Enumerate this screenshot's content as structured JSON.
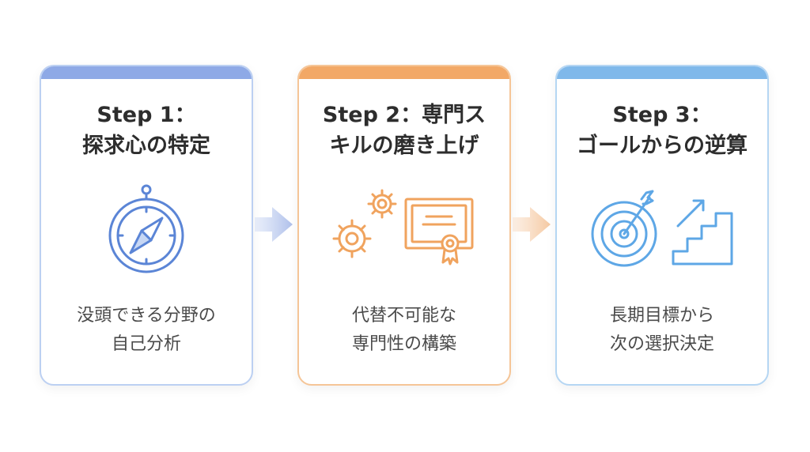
{
  "colors": {
    "step1": "#8ea9e6",
    "step2": "#f2a866",
    "step3": "#7fb8ea",
    "text": "#2d2d2d"
  },
  "steps": [
    {
      "title_lines": [
        "Step 1：",
        "探求心の特定"
      ],
      "desc_lines": [
        "没頭できる分野の",
        "自己分析"
      ],
      "icon": "compass-icon"
    },
    {
      "title_lines": [
        "Step 2：専門ス",
        "キルの磨き上げ"
      ],
      "desc_lines": [
        "代替不可能な",
        "専門性の構築"
      ],
      "icon": [
        "gears-icon",
        "certificate-icon"
      ]
    },
    {
      "title_lines": [
        "Step 3：",
        "ゴールからの逆算"
      ],
      "desc_lines": [
        "長期目標から",
        "次の選択決定"
      ],
      "icon": [
        "target-icon",
        "stairs-icon"
      ]
    }
  ],
  "connectors": [
    "arrow-right-icon",
    "arrow-right-icon"
  ]
}
